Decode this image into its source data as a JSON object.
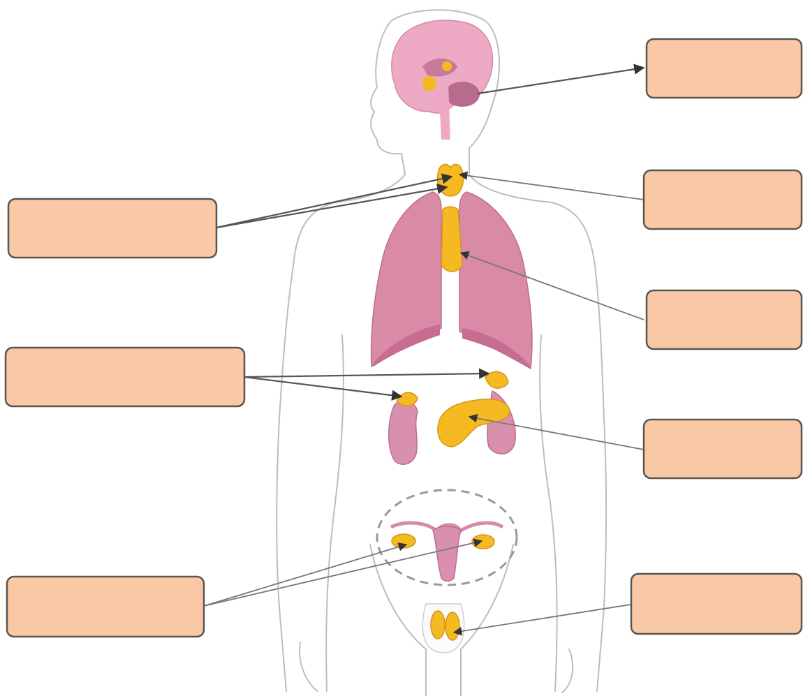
{
  "diagram": {
    "label_boxes": [
      {
        "id": "pineal",
        "text": ""
      },
      {
        "id": "thyroid",
        "text": ""
      },
      {
        "id": "parathyroid",
        "text": ""
      },
      {
        "id": "thymus",
        "text": ""
      },
      {
        "id": "adrenal",
        "text": ""
      },
      {
        "id": "pancreas",
        "text": ""
      },
      {
        "id": "ovary",
        "text": ""
      },
      {
        "id": "testis",
        "text": ""
      }
    ],
    "colors": {
      "box_fill": "#f8c9a4",
      "box_stroke": "#5a5550",
      "gland": "#f5b921",
      "organ": "#d98aa7",
      "outline": "#bdbdbd"
    }
  }
}
